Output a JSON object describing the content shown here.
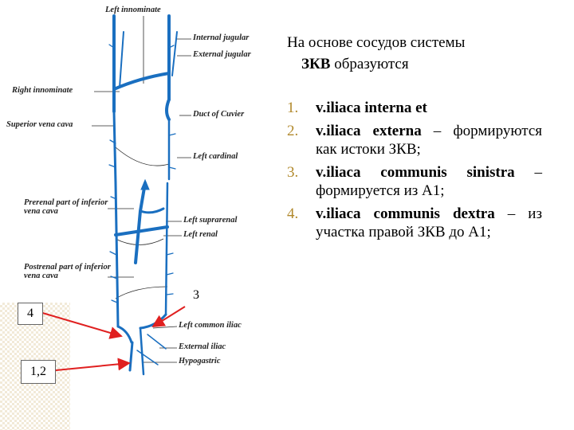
{
  "diagram": {
    "labels": {
      "left_innominate": "Left innominate",
      "internal_jugular": "Internal jugular",
      "external_jugular": "External jugular",
      "right_innominate": "Right innominate",
      "superior_vena_cava": "Superior vena cava",
      "duct_of_cuvier": "Duct of Cuvier",
      "left_cardinal": "Left cardinal",
      "prerenal": "Prerenal part of inferior vena cava",
      "left_suprarenal": "Left suprarenal",
      "left_renal": "Left renal",
      "postrenal": "Postrenal part of inferior vena cava",
      "left_common_iliac": "Left common iliac",
      "external_iliac": "External iliac",
      "hypogastric": "Hypogastric"
    },
    "markers": {
      "box_4": "4",
      "box_12": "1,2",
      "num_3": "3"
    },
    "colors": {
      "vein": "#1a6fc0",
      "leader": "#2a2a2a",
      "arrow": "#e02020"
    }
  },
  "text": {
    "intro_line1": "На основе сосудов системы",
    "intro_bold": "ЗКВ",
    "intro_rest": " образуются",
    "items": [
      {
        "num": "1.",
        "bold": "v.iliaca interna et",
        "rest": ""
      },
      {
        "num": "2.",
        "bold": "v.iliaca externa",
        "rest": " – формируются как истоки ЗКВ;"
      },
      {
        "num": "3.",
        "bold": "v.iliaca communis sinistra",
        "rest": " – формируется из А1;"
      },
      {
        "num": "4.",
        "bold": "v.iliaca communis dextra",
        "rest": " – из участка правой ЗКВ до А1;"
      }
    ]
  }
}
